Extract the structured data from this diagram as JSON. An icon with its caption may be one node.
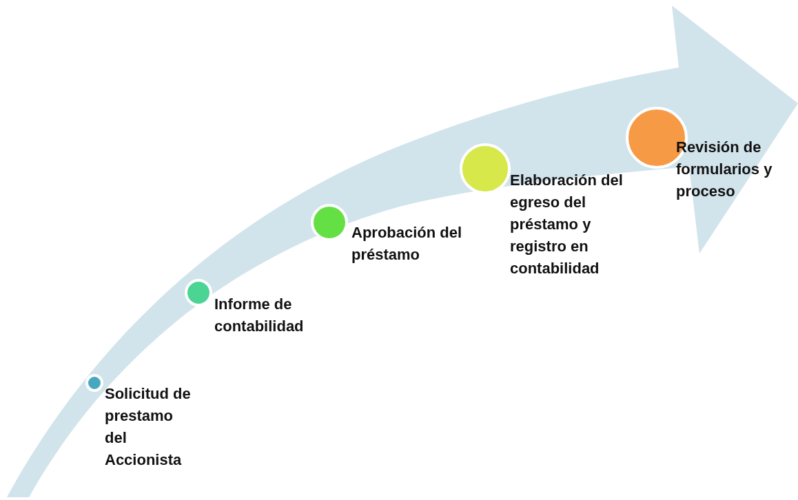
{
  "diagram": {
    "nodes": [
      {
        "text": [
          "Solicitud de prestamo del **Accionist**a"
        ]
      },
      {
        "text": [
          "Informe de contabilidad"
        ]
      },
      {
        "text": [
          "Aprobación del préstamo"
        ]
      },
      {
        "text": [
          "Elaboración del egreso del préstamo y registro en contabilidad"
        ]
      },
      {
        "text": [
          "Revisión de formularios y proceso"
        ]
      }
    ]
  }
}
